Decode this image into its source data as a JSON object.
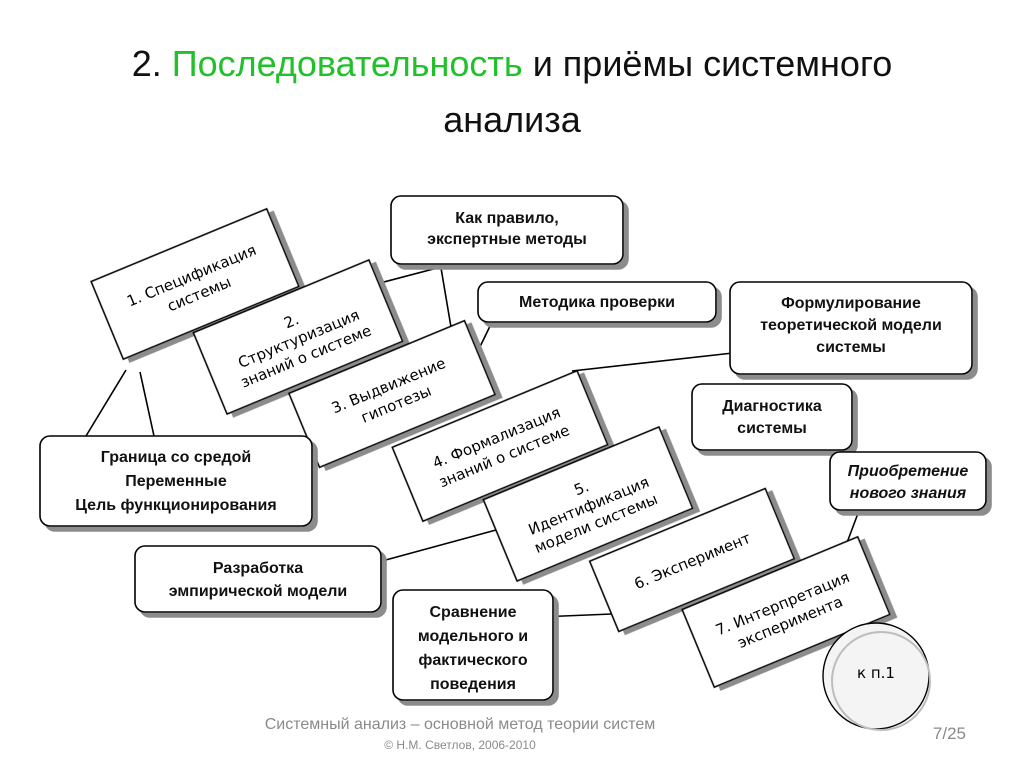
{
  "title": {
    "number": "2.",
    "highlight": "Последовательность",
    "rest_line1": "и приёмы системного",
    "line2": "анализа"
  },
  "steps": [
    {
      "lines": [
        "1. Спецификация",
        "системы"
      ]
    },
    {
      "lines": [
        "2.",
        "Структуризация",
        "знаний о системе"
      ]
    },
    {
      "lines": [
        "3. Выдвижение",
        "гипотезы"
      ]
    },
    {
      "lines": [
        "4. Формализация",
        "знаний о системе"
      ]
    },
    {
      "lines": [
        "5.",
        "Идентификация",
        "модели системы"
      ]
    },
    {
      "lines": [
        "6. Эксперимент"
      ]
    },
    {
      "lines": [
        "7. Интерпретация",
        "эксперимента"
      ]
    }
  ],
  "callouts": [
    {
      "lines": [
        "Как правило,",
        "экспертные методы"
      ]
    },
    {
      "lines": [
        "Методика проверки"
      ]
    },
    {
      "lines": [
        "Формулирование",
        "теоретической модели",
        "системы"
      ]
    },
    {
      "lines": [
        "Диагностика",
        "системы"
      ]
    },
    {
      "lines": [
        "Приобретение",
        "нового знания"
      ]
    },
    {
      "lines": [
        "Граница со средой",
        "Переменные",
        "Цель функционирования"
      ]
    },
    {
      "lines": [
        "Разработка",
        "эмпирической модели"
      ]
    },
    {
      "lines": [
        "Сравнение",
        "модельного и",
        "фактического",
        "поведения"
      ]
    }
  ],
  "circle_label": "к п.1",
  "footer": {
    "line1": "Системный анализ – основной метод теории систем",
    "line2": "© Н.М. Светлов, 2006-2010",
    "page": "7/25"
  }
}
